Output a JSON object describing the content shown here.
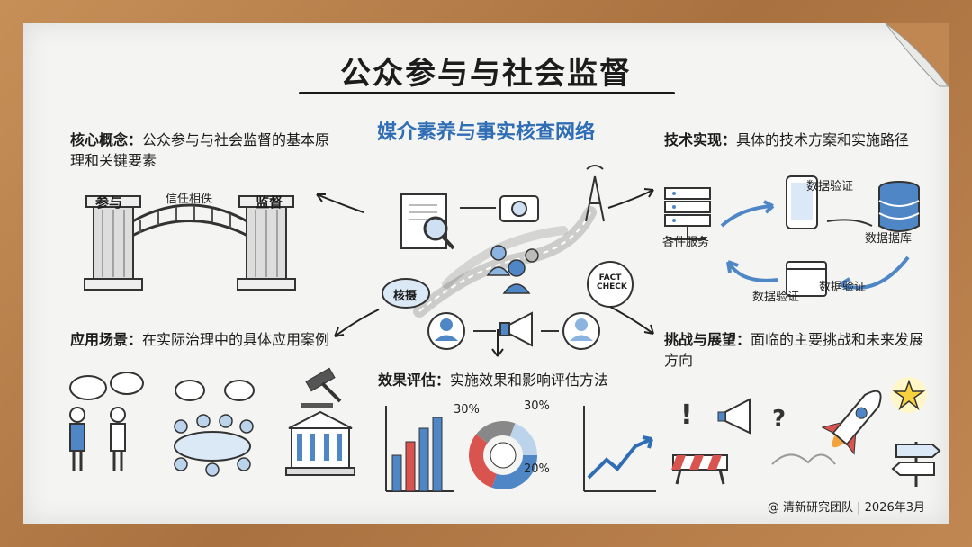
{
  "title": "公众参与与社会监督",
  "subtitle": "媒介素养与事实核查网络",
  "sections": {
    "core": {
      "heading": "核心概念：",
      "desc": "公众参与与社会监督的基本原理和关键要素"
    },
    "tech": {
      "heading": "技术实现：",
      "desc": "具体的技术方案和实施路径"
    },
    "app": {
      "heading": "应用场景：",
      "desc": "在实际治理中的具体应用案例"
    },
    "challenge": {
      "heading": "挑战与展望：",
      "desc": "面临的主要挑战和未来发展方向"
    },
    "eval": {
      "heading": "效果评估：",
      "desc": "实施效果和影响评估方法"
    }
  },
  "bridge": {
    "left_pillar": "参与",
    "right_pillar": "监督",
    "trust": "信任相佚"
  },
  "center": {
    "fact_check": "FACT\nCHECK",
    "bubble": "核摄"
  },
  "tech_flow": {
    "server": "各件服务",
    "db": "数据据库",
    "verify_top": "数据验证",
    "verify_code": "数据验证",
    "verify_right": "数据验证"
  },
  "donut": {
    "label_left": "30%",
    "label_top": "30%",
    "label_bottom": "20%"
  },
  "footer": "@ 清新研究团队 | 2026年3月",
  "colors": {
    "accent": "#2f6db5",
    "red": "#d9534f",
    "gray": "#888888"
  }
}
